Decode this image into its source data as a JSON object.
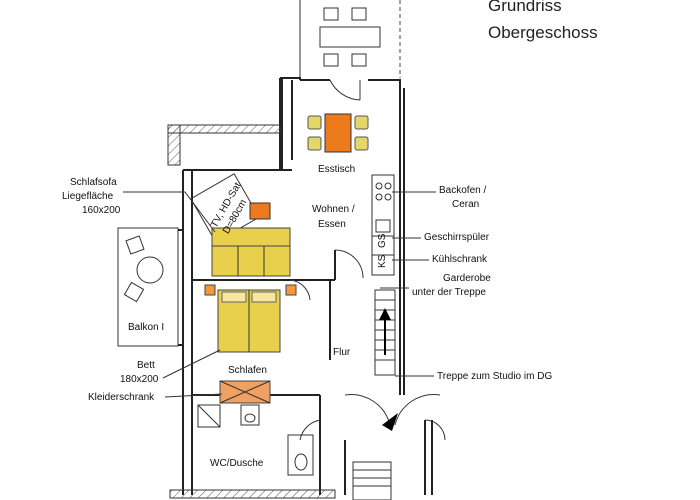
{
  "title": {
    "line1": "Grundriss",
    "line2": "Obergeschoss"
  },
  "rooms": {
    "esstisch": "Esstisch",
    "wohnen_line1": "Wohnen /",
    "wohnen_line2": "Essen",
    "schlafen": "Schlafen",
    "flur": "Flur",
    "wc": "WC/Dusche",
    "balkon": "Balkon I"
  },
  "furniture": {
    "tv_line1": "TV, HD-Sat",
    "tv_line2": "D=80cm",
    "gs": "GS",
    "ks": "KS"
  },
  "annotations": {
    "schlafsofa_line1": "Schlafsofa",
    "schlafsofa_line2": "Liegefläche",
    "schlafsofa_line3": "160x200",
    "bett_line1": "Bett",
    "bett_line2": "180x200",
    "kleiderschrank": "Kleiderschrank",
    "backofen_line1": "Backofen /",
    "backofen_line2": "Ceran",
    "geschirrspueler": "Geschirrspüler",
    "kuehlschrank": "Kühlschrank",
    "garderobe_line1": "Garderobe",
    "garderobe_line2": "unter der Treppe",
    "treppe": "Treppe zum Studio im DG"
  },
  "colors": {
    "table_orange": "#ee7a1e",
    "chair_yellow": "#e4d66a",
    "sofa_yellow": "#e8d04c",
    "pillow_orange": "#f29a3a",
    "wardrobe_orange": "#f0a060",
    "wall": "#222222"
  }
}
